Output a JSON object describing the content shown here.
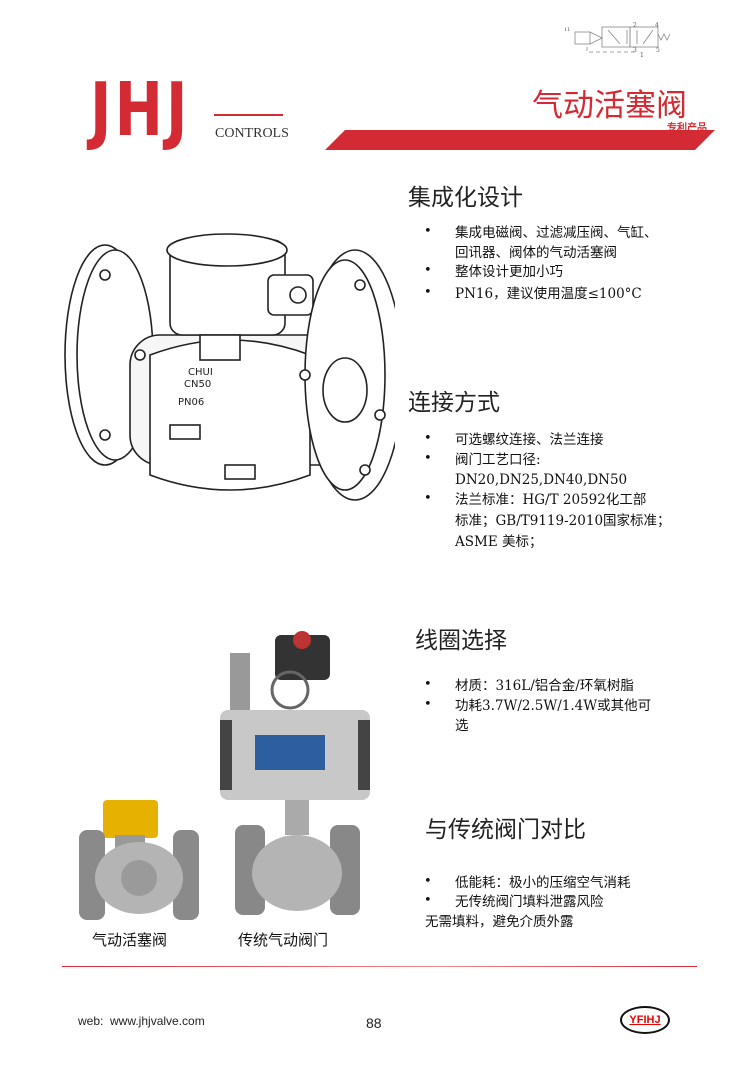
{
  "header": {
    "logo_letters": "JHJ",
    "logo_sub": "CONTROLS",
    "title": "气动活塞阀",
    "subtitle": "专利产品",
    "brand_color": "#d42a34",
    "schematic_labels": [
      "2",
      "4",
      "3",
      "5",
      "1",
      "↑1"
    ]
  },
  "sections": [
    {
      "heading": "集成化设计",
      "bullets": [
        "集成电磁阀、过滤减压阀、气缸、",
        "回讯器、阀体的气动活塞阀",
        "整体设计更加小巧",
        "PN16，建议使用温度≤100°C"
      ]
    },
    {
      "heading": "连接方式",
      "bullets": [
        "可选螺纹连接、法兰连接",
        "阀门工艺口径:",
        "DN20,DN25,DN40,DN50",
        "法兰标准：HG/T 20592化工部",
        "标准；GB/T9119-2010国家标准；",
        "ASME 美标；"
      ]
    },
    {
      "heading": "线圈选择",
      "bullets": [
        "材质：316L/铝合金/环氧树脂",
        "功耗3.7W/2.5W/1.4W或其他可",
        "选"
      ]
    },
    {
      "heading": "与传统阀门对比",
      "bullets": [
        "低能耗：极小的压缩空气消耗",
        "无传统阀门填料泄露风险",
        "无需填料，避免介质外露"
      ]
    }
  ],
  "valve_markings": [
    "CHUI",
    "CN50",
    "PN06"
  ],
  "captions": {
    "piston_valve": "气动活塞阀",
    "traditional_valve": "传统气动阀门"
  },
  "footer": {
    "web": "web:  www.jhjvalve.com",
    "page": "88",
    "badge": "YFIHJ"
  }
}
